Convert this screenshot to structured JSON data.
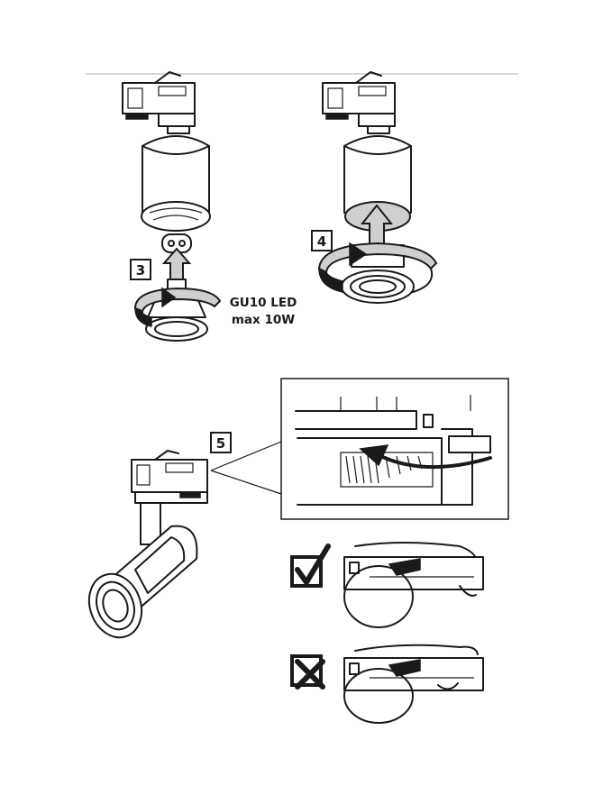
{
  "steps": [
    {
      "label": "3"
    },
    {
      "label": "4"
    },
    {
      "label": "5"
    }
  ],
  "bulb_spec": {
    "line1": "GU10 LED",
    "line2": "max 10W"
  },
  "icons": {
    "correct": "checkbox-check-icon",
    "incorrect": "checkbox-cross-icon"
  },
  "colors": {
    "ink": "#1a1a1a",
    "fill_light": "#cfcfcf",
    "background": "#ffffff"
  }
}
